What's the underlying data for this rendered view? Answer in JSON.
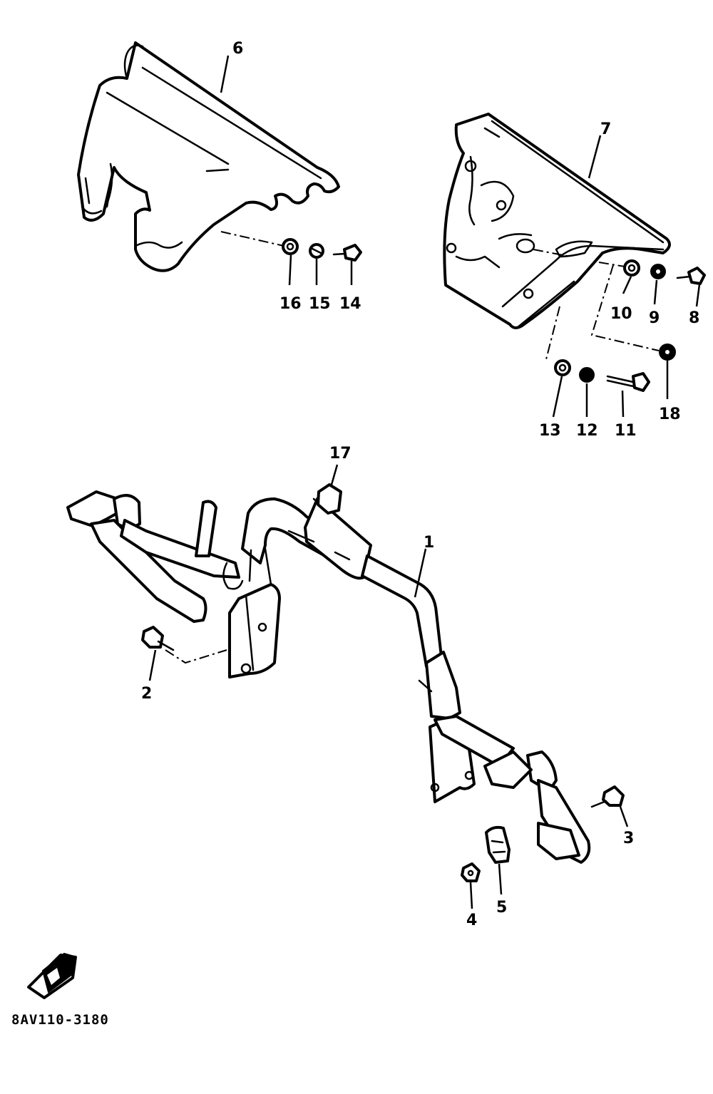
{
  "diagram": {
    "code": "8AV110-3180",
    "callouts": [
      {
        "id": "c1",
        "label": "1"
      },
      {
        "id": "c2",
        "label": "2"
      },
      {
        "id": "c3",
        "label": "3"
      },
      {
        "id": "c4",
        "label": "4"
      },
      {
        "id": "c5",
        "label": "5"
      },
      {
        "id": "c6",
        "label": "6"
      },
      {
        "id": "c7",
        "label": "7"
      },
      {
        "id": "c8",
        "label": "8"
      },
      {
        "id": "c9",
        "label": "9"
      },
      {
        "id": "c10",
        "label": "10"
      },
      {
        "id": "c11",
        "label": "11"
      },
      {
        "id": "c12",
        "label": "12"
      },
      {
        "id": "c13",
        "label": "13"
      },
      {
        "id": "c14",
        "label": "14"
      },
      {
        "id": "c15",
        "label": "15"
      },
      {
        "id": "c16",
        "label": "16"
      },
      {
        "id": "c17",
        "label": "17"
      },
      {
        "id": "c18",
        "label": "18"
      }
    ]
  }
}
